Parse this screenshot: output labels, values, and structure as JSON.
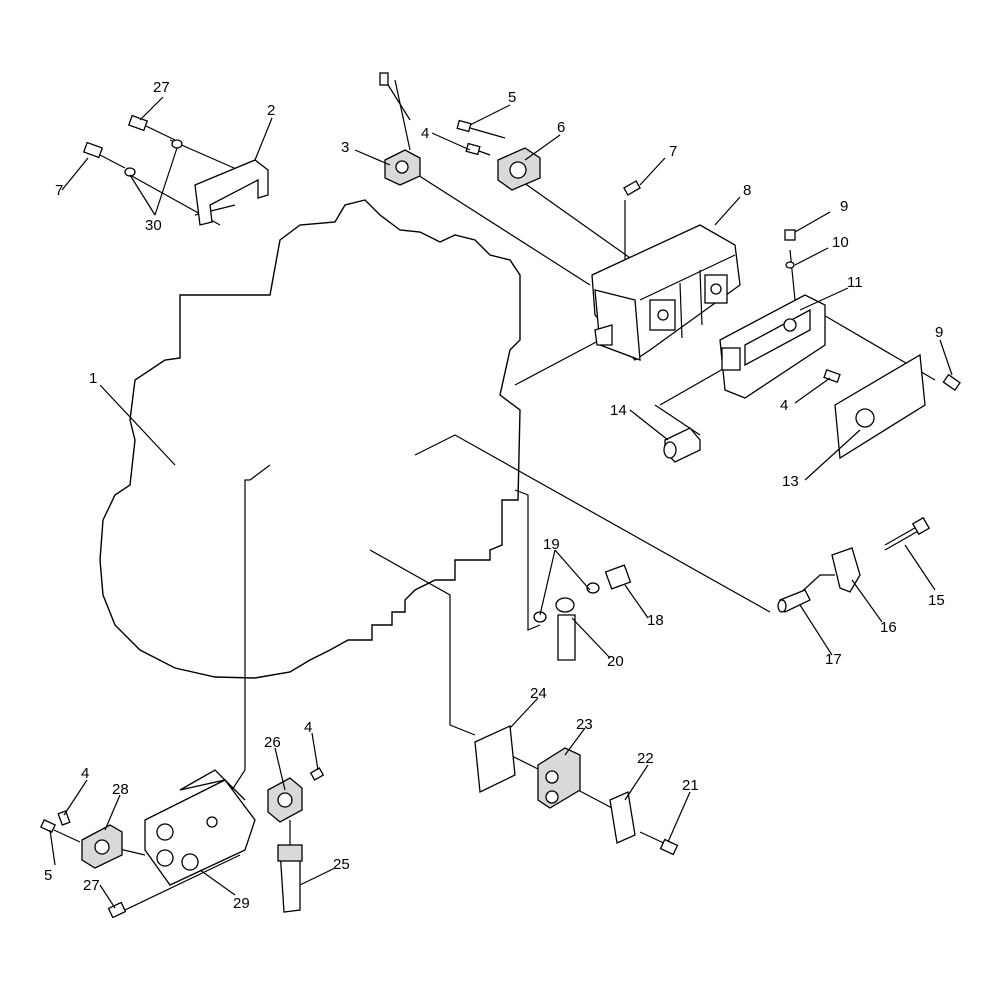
{
  "diagram": {
    "callouts": [
      {
        "id": "c1",
        "label": "1"
      },
      {
        "id": "c2",
        "label": "2"
      },
      {
        "id": "c3",
        "label": "3"
      },
      {
        "id": "c4a",
        "label": "4"
      },
      {
        "id": "c4b",
        "label": "4"
      },
      {
        "id": "c4c",
        "label": "4"
      },
      {
        "id": "c4d",
        "label": "4"
      },
      {
        "id": "c5a",
        "label": "5"
      },
      {
        "id": "c5b",
        "label": "5"
      },
      {
        "id": "c6",
        "label": "6"
      },
      {
        "id": "c7a",
        "label": "7"
      },
      {
        "id": "c7b",
        "label": "7"
      },
      {
        "id": "c8",
        "label": "8"
      },
      {
        "id": "c9a",
        "label": "9"
      },
      {
        "id": "c9b",
        "label": "9"
      },
      {
        "id": "c10",
        "label": "10"
      },
      {
        "id": "c11",
        "label": "11"
      },
      {
        "id": "c13",
        "label": "13"
      },
      {
        "id": "c14",
        "label": "14"
      },
      {
        "id": "c15",
        "label": "15"
      },
      {
        "id": "c16",
        "label": "16"
      },
      {
        "id": "c17",
        "label": "17"
      },
      {
        "id": "c18",
        "label": "18"
      },
      {
        "id": "c19",
        "label": "19"
      },
      {
        "id": "c20",
        "label": "20"
      },
      {
        "id": "c21",
        "label": "21"
      },
      {
        "id": "c22",
        "label": "22"
      },
      {
        "id": "c23",
        "label": "23"
      },
      {
        "id": "c24",
        "label": "24"
      },
      {
        "id": "c25",
        "label": "25"
      },
      {
        "id": "c26",
        "label": "26"
      },
      {
        "id": "c27a",
        "label": "27"
      },
      {
        "id": "c27b",
        "label": "27"
      },
      {
        "id": "c28",
        "label": "28"
      },
      {
        "id": "c29",
        "label": "29"
      },
      {
        "id": "c30",
        "label": "30"
      }
    ]
  }
}
